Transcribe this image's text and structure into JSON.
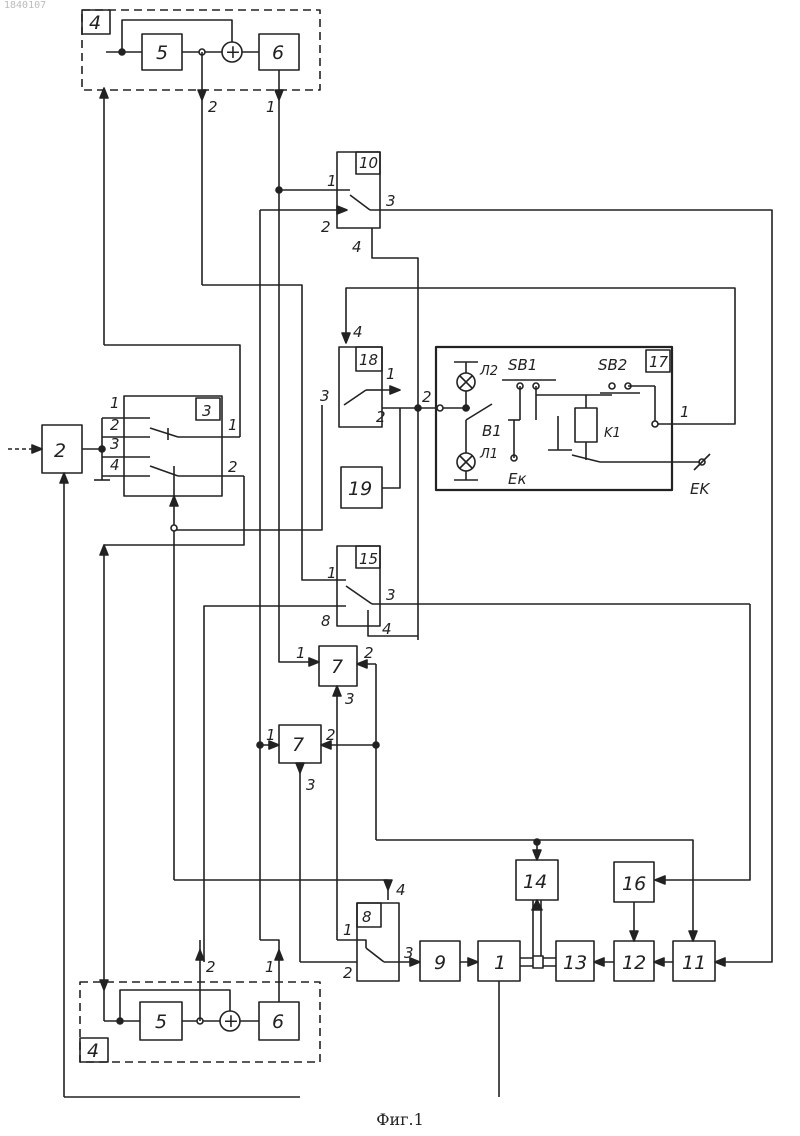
{
  "doc_ref": "1840107",
  "caption": "Фиг.1",
  "blocks": {
    "b1": "1",
    "b2": "2",
    "b3": "3",
    "b4": "4",
    "b5": "5",
    "b6": "6",
    "b7": "7",
    "b8": "8",
    "b9": "9",
    "b10": "10",
    "b11": "11",
    "b12": "12",
    "b13": "13",
    "b14": "14",
    "b15": "15",
    "b16": "16",
    "b17": "17",
    "b18": "18",
    "b19": "19"
  },
  "ports": {
    "p1": "1",
    "p2": "2",
    "p3": "3",
    "p4": "4",
    "p8": "8"
  },
  "panel17": {
    "sb1": "SB1",
    "sb2": "SB2",
    "l1": "Л1",
    "l2": "Л2",
    "b1": "B1",
    "k1": "K1",
    "ek": "Eк",
    "ek2": "EK"
  },
  "sum_symbol": "+"
}
